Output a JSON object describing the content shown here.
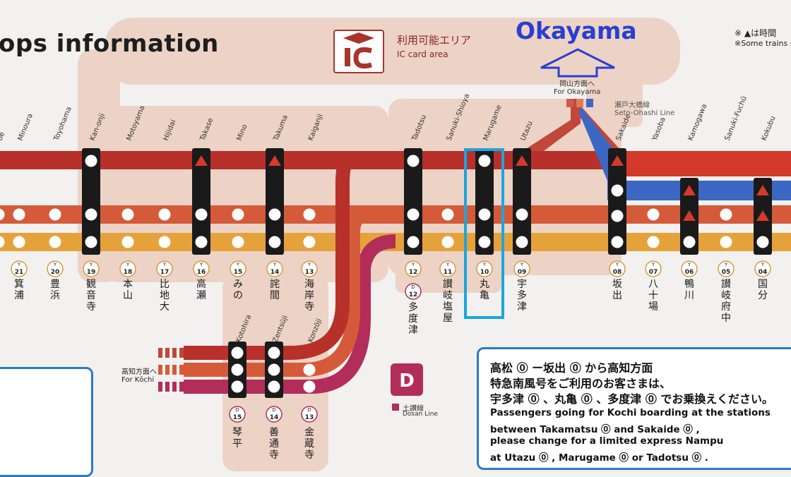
{
  "header": {
    "title": "ops information",
    "okayama_label": "Okayama",
    "ic_label_jp": "利用可能エリア",
    "ic_label_en": "IC card area",
    "toward_okayama_jp": "岡山方面へ",
    "toward_okayama_en": "For Okayama",
    "seto_ohashi_jp": "瀬戸大橋線",
    "seto_ohashi_en": "Seto-Ohashi Line",
    "notes_jp": "※ ▲は時間",
    "notes_en": "※Some trains s"
  },
  "colors": {
    "background": "#f2f1ef",
    "ic_area": "#ecd3c6",
    "line_red": "#b8302a",
    "line_orange": "#d55a3a",
    "line_yellow": "#e6a23a",
    "line_blue": "#3c68c3",
    "line_dosan": "#b22d5a",
    "highlight": "#1aa6df",
    "okayama_arrow": "#2a3fd0",
    "info_border": "#2b7bc4"
  },
  "stations": [
    {
      "en": "oe",
      "code": "",
      "jp": "",
      "stops": [
        "dot"
      ]
    },
    {
      "en": "Minoura",
      "code": "21",
      "jp": "箕浦",
      "stops": [
        "dot"
      ]
    },
    {
      "en": "Toyohama",
      "code": "20",
      "jp": "豊浜",
      "stops": [
        "dot"
      ]
    },
    {
      "en": "Kan-onji",
      "code": "19",
      "jp": "観音寺",
      "stops": [
        "dot",
        "dot",
        "dot"
      ]
    },
    {
      "en": "Motoyama",
      "code": "18",
      "jp": "本山",
      "stops": [
        "dot"
      ]
    },
    {
      "en": "Hijidai",
      "code": "17",
      "jp": "比地大",
      "stops": [
        "dot"
      ]
    },
    {
      "en": "Takase",
      "code": "16",
      "jp": "高瀬",
      "stops": [
        "triangle",
        "dot",
        "dot"
      ]
    },
    {
      "en": "Mino",
      "code": "15",
      "jp": "みの",
      "stops": [
        "dot"
      ]
    },
    {
      "en": "Takuma",
      "code": "14",
      "jp": "詫間",
      "stops": [
        "triangle",
        "dot",
        "dot"
      ]
    },
    {
      "en": "Kaiganji",
      "code": "13",
      "jp": "海岸寺",
      "stops": [
        "dot"
      ]
    },
    {
      "en": "Tadotsu",
      "code": "12",
      "jp": "多度津",
      "d_code": "12",
      "stops": [
        "dot",
        "dot",
        "dot"
      ]
    },
    {
      "en": "Sanuki-Shioya",
      "code": "11",
      "jp": "讃岐塩屋",
      "stops": [
        "dot"
      ]
    },
    {
      "en": "Marugame",
      "code": "10",
      "jp": "丸亀",
      "stops": [
        "dot",
        "dot",
        "dot"
      ]
    },
    {
      "en": "Utazu",
      "code": "09",
      "jp": "宇多津",
      "stops": [
        "triangle",
        "dot",
        "dot"
      ]
    },
    {
      "en": "Sakaide",
      "code": "08",
      "jp": "坂出",
      "stops": [
        "triangle",
        "dot",
        "dot",
        "dot"
      ]
    },
    {
      "en": "Yasoba",
      "code": "07",
      "jp": "八十場",
      "stops": [
        "dot"
      ]
    },
    {
      "en": "Kamogawa",
      "code": "06",
      "jp": "鴨川",
      "stops": [
        "triangle",
        "triangle",
        "dot"
      ]
    },
    {
      "en": "Sanuki-Fuchū",
      "code": "05",
      "jp": "讃岐府中",
      "stops": [
        "dot"
      ]
    },
    {
      "en": "Kokubu",
      "code": "04",
      "jp": "国分",
      "stops": [
        "triangle",
        "triangle",
        "dot"
      ]
    }
  ],
  "dosan": {
    "line_letter": "D",
    "line_jp": "土讃線",
    "line_en": "Dosan Line",
    "toward_kochi_jp": "高知方面へ",
    "toward_kochi_en": "For Kōchi",
    "stations": [
      {
        "en": "Kotohira",
        "code": "15",
        "jp": "琴平",
        "stops": [
          "dot",
          "dot",
          "dot"
        ]
      },
      {
        "en": "Zentsūji",
        "code": "14",
        "jp": "善通寺",
        "stops": [
          "dot",
          "dot",
          "dot"
        ]
      },
      {
        "en": "Konzōji",
        "code": "13",
        "jp": "金蔵寺",
        "stops": [
          "dot",
          "dot"
        ]
      }
    ]
  },
  "code_prefix": {
    "y": "Y",
    "d": "D"
  },
  "info": {
    "jp_line1": "高松 ⓪ ー坂出 ⓪ から高知方面",
    "jp_line2": "特急南風号をご利用のお客さまは、",
    "jp_line3": "宇多津 ⓪ 、丸亀 ⓪ 、多度津 ⓪ でお乗換えください。",
    "en_line1": "Passengers going for Kochi boarding at the stations",
    "en_line2": "between Takamatsu ⓪ and Sakaide ⓪ ,",
    "en_line3": "please change for a limited express Nampu",
    "en_line4": "at Utazu ⓪ , Marugame ⓪ or Tadotsu ⓪ ."
  }
}
